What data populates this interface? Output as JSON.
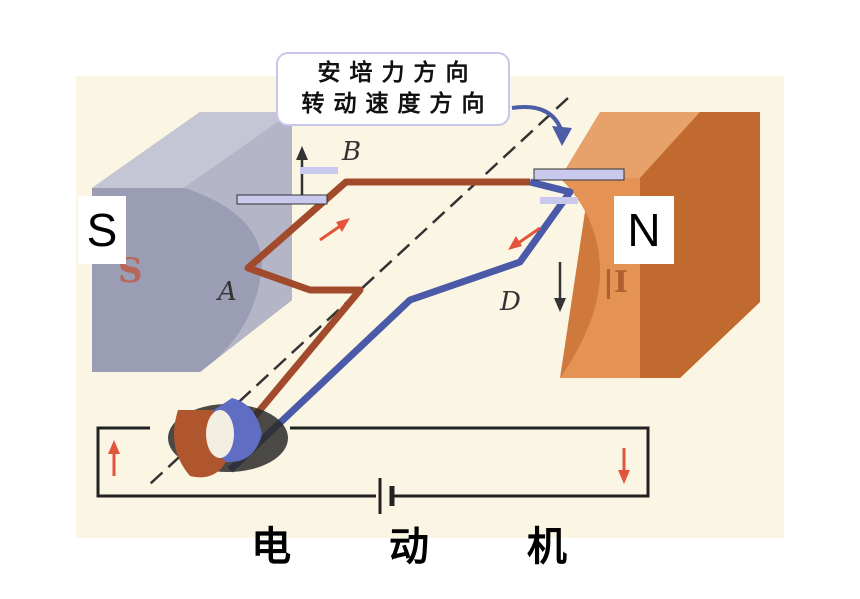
{
  "callout": {
    "line1": "安培力方向",
    "line2": "转动速度方向"
  },
  "poles": {
    "left": "S",
    "right": "N"
  },
  "points": {
    "a": "A",
    "b": "B",
    "d": "D"
  },
  "caption": "电 动 机",
  "colors": {
    "photo_bg": "#fbf6e4",
    "south_magnet": "#a6a8bb",
    "north_magnet": "#d9884a",
    "copper_wire": "#a24a2c",
    "blue_wire": "#4a5aa9",
    "current_arrow": "#e2543b",
    "blank_bar": "#c9c9ee"
  }
}
